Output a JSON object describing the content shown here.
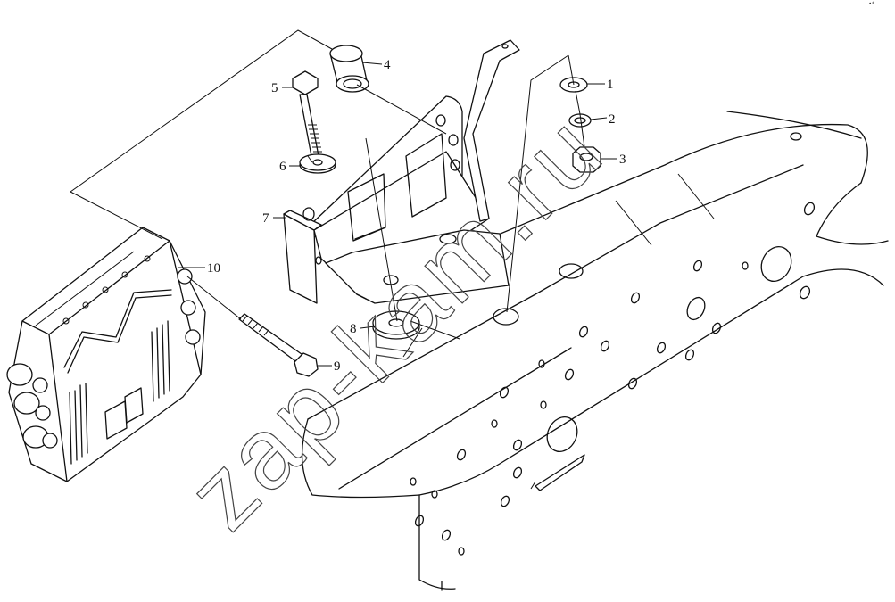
{
  "diagram": {
    "callouts": [
      {
        "id": "c1",
        "label": "1"
      },
      {
        "id": "c2",
        "label": "2"
      },
      {
        "id": "c3",
        "label": "3"
      },
      {
        "id": "c4",
        "label": "4"
      },
      {
        "id": "c5",
        "label": "5"
      },
      {
        "id": "c6",
        "label": "6"
      },
      {
        "id": "c7",
        "label": "7"
      },
      {
        "id": "c8",
        "label": "8"
      },
      {
        "id": "c9",
        "label": "9"
      },
      {
        "id": "c10",
        "label": "10"
      }
    ],
    "watermark": "zap-kam.ru",
    "corner_mark": "•* ---"
  }
}
